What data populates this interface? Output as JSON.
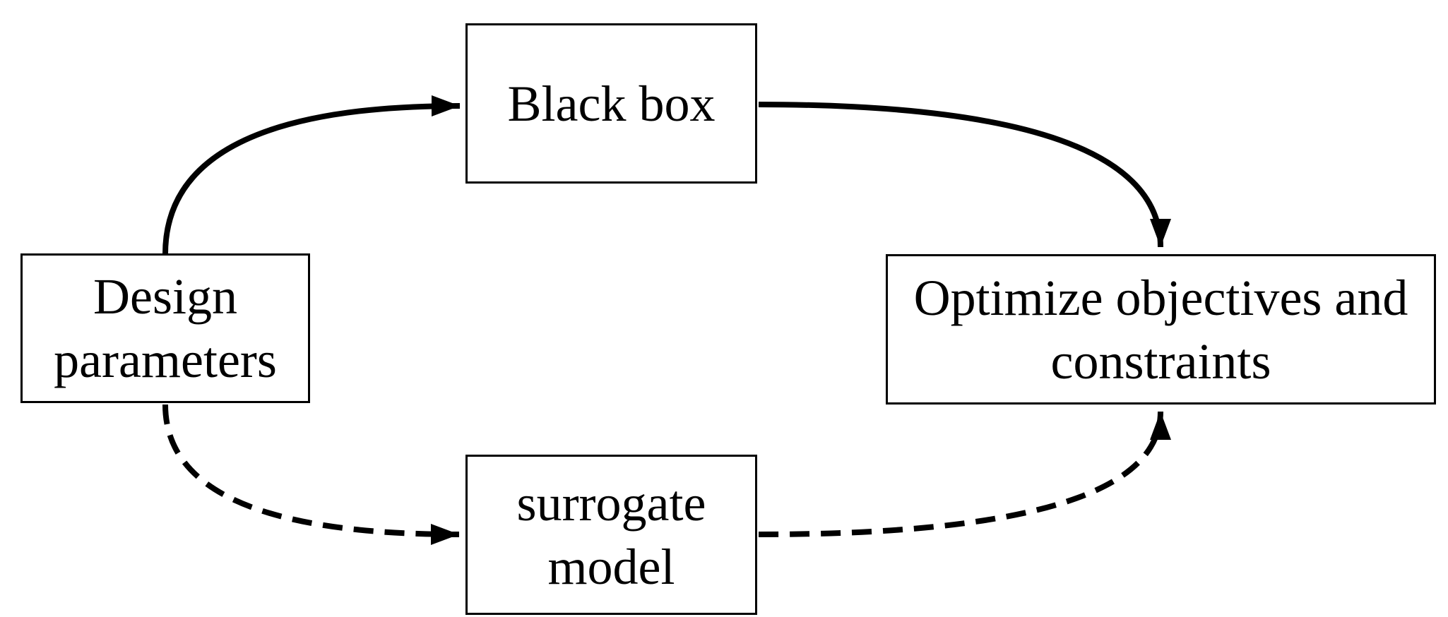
{
  "diagram": {
    "background_color": "#ffffff",
    "line_color": "#000000",
    "text_color": "#000000",
    "nodes": {
      "black_box": {
        "lines": [
          "Black box"
        ]
      },
      "design_parameters": {
        "lines": [
          "Design",
          "parameters"
        ]
      },
      "optimize": {
        "lines": [
          "Optimize objectives and",
          "constraints"
        ]
      },
      "surrogate": {
        "lines": [
          "surrogate",
          "model"
        ]
      }
    },
    "edges": [
      {
        "from": "design_parameters",
        "to": "black_box",
        "style": "solid"
      },
      {
        "from": "black_box",
        "to": "optimize",
        "style": "solid"
      },
      {
        "from": "design_parameters",
        "to": "surrogate",
        "style": "dashed"
      },
      {
        "from": "surrogate",
        "to": "optimize",
        "style": "dashed"
      }
    ]
  }
}
